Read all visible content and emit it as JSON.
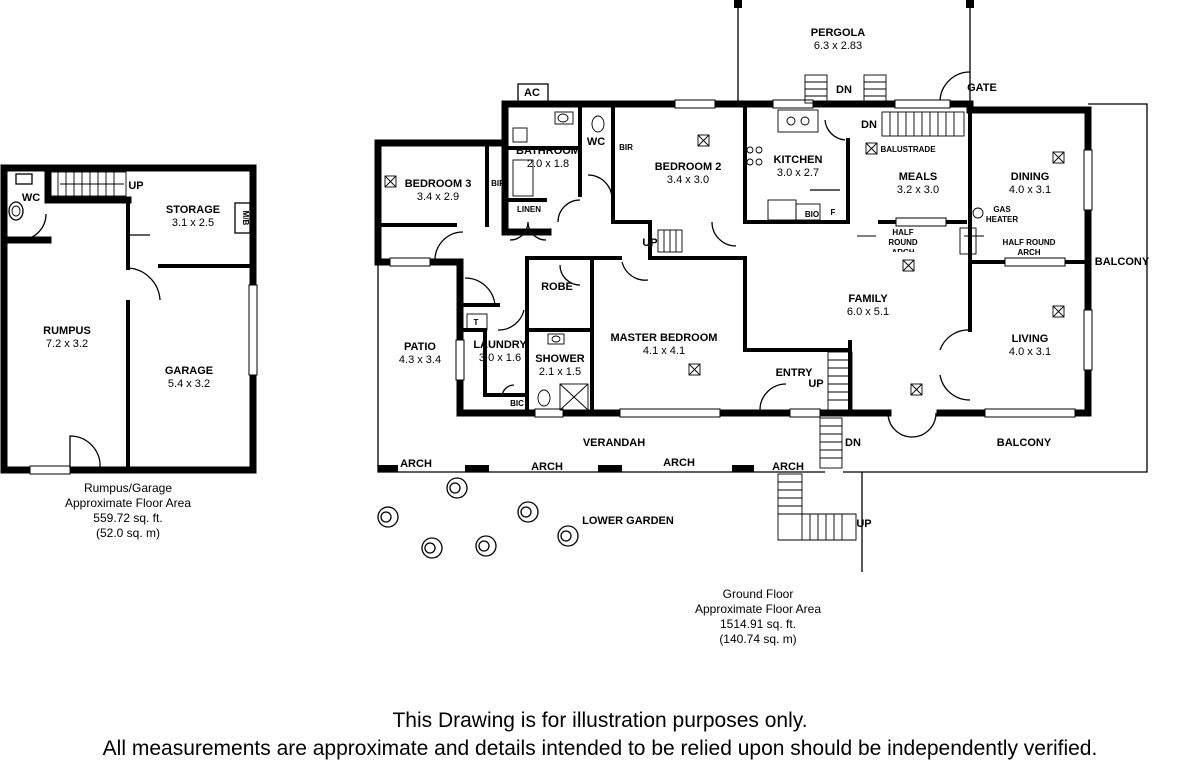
{
  "rumpus_plan": {
    "rooms": [
      {
        "name": "RUMPUS",
        "size": "7.2 x 3.2"
      },
      {
        "name": "STORAGE",
        "size": "3.1 x 2.5"
      },
      {
        "name": "GARAGE",
        "size": "5.4 x 3.2"
      }
    ],
    "labels": {
      "wc": "WC",
      "up": "UP",
      "mb": "M/B"
    },
    "area": {
      "title": "Rumpus/Garage",
      "subtitle": "Approximate Floor Area",
      "sqft": "559.72 sq. ft.",
      "sqm": "(52.0 sq. m)"
    }
  },
  "ground_plan": {
    "rooms": [
      {
        "name": "PERGOLA",
        "size": "6.3 x 2.83"
      },
      {
        "name": "BEDROOM 3",
        "size": "3.4 x 2.9"
      },
      {
        "name": "BATHROOM",
        "size": "2.0 x 1.8"
      },
      {
        "name": "BEDROOM 2",
        "size": "3.4 x 3.0"
      },
      {
        "name": "KITCHEN",
        "size": "3.0 x 2.7"
      },
      {
        "name": "MEALS",
        "size": "3.2 x 3.0"
      },
      {
        "name": "DINING",
        "size": "4.0 x 3.1"
      },
      {
        "name": "FAMILY",
        "size": "6.0 x 5.1"
      },
      {
        "name": "LIVING",
        "size": "4.0 x 3.1"
      },
      {
        "name": "PATIO",
        "size": "4.3 x 3.4"
      },
      {
        "name": "LAUNDRY",
        "size": "3.0 x 1.6"
      },
      {
        "name": "SHOWER",
        "size": "2.1 x 1.5"
      },
      {
        "name": "MASTER BEDROOM",
        "size": "4.1 x 4.1"
      }
    ],
    "labels": {
      "ac": "AC",
      "wc": "WC",
      "bir": "BIR",
      "linen": "LINEN",
      "robe": "ROBE",
      "bic": "BIC",
      "bio": "BIO",
      "f": "F",
      "t": "T",
      "gate": "GATE",
      "dn": "DN",
      "up": "UP",
      "balustrade": "BALUSTRADE",
      "gas_heater": "GAS HEATER",
      "half_round_arch": "HALF ROUND ARCH",
      "balcony": "BALCONY",
      "entry": "ENTRY",
      "verandah": "VERANDAH",
      "arch": "ARCH",
      "lower_garden": "LOWER GARDEN"
    },
    "area": {
      "title": "Ground Floor",
      "subtitle": "Approximate Floor Area",
      "sqft": "1514.91 sq. ft.",
      "sqm": "(140.74 sq. m)"
    }
  },
  "disclaimer": {
    "line1": "This Drawing is for illustration purposes only.",
    "line2": "All measurements are approximate and details intended to be relied upon should be independently verified."
  }
}
